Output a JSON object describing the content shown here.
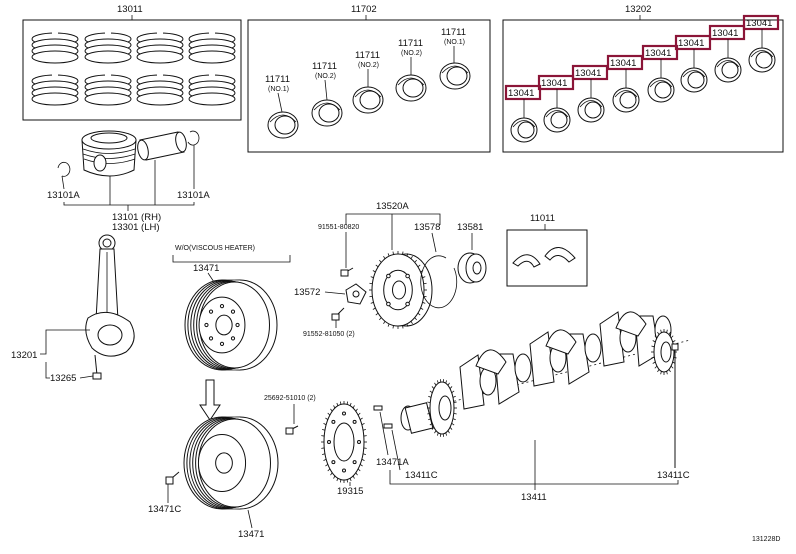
{
  "labels": {
    "p13011": "13011",
    "p11702": "11702",
    "p13202": "13202",
    "b11711_1": "11711",
    "b11711_1n": "(NO.1)",
    "b11711_2": "11711",
    "b11711_2n": "(NO.2)",
    "b11711_3": "11711",
    "b11711_3n": "(NO.2)",
    "b11711_4": "11711",
    "b11711_4n": "(NO.2)",
    "b11711_5": "11711",
    "b11711_5n": "(NO.1)",
    "p13041": "13041",
    "p13101A_l": "13101A",
    "p13101A_r": "13101A",
    "p13101": "13101 (RH)",
    "p13301": "13301 (LH)",
    "p13520A": "13520A",
    "p91551": "91551-80820",
    "p13578": "13578",
    "p13581": "13581",
    "p11011": "11011",
    "wo_viscous": "W/O(VISCOUS HEATER)",
    "p13471_top": "13471",
    "p13572": "13572",
    "p91552": "91552-81050 (2)",
    "p13201": "13201",
    "p13265": "13265",
    "p25692": "25692-51010 (2)",
    "p13471A": "13471A",
    "p13411C_l": "13411C",
    "p13411C_r": "13411C",
    "p13411": "13411",
    "p13471C": "13471C",
    "p19315": "19315",
    "p13471_bot": "13471",
    "ref": "131228D"
  },
  "colors": {
    "highlight": "#8b1538",
    "line": "#111111"
  }
}
